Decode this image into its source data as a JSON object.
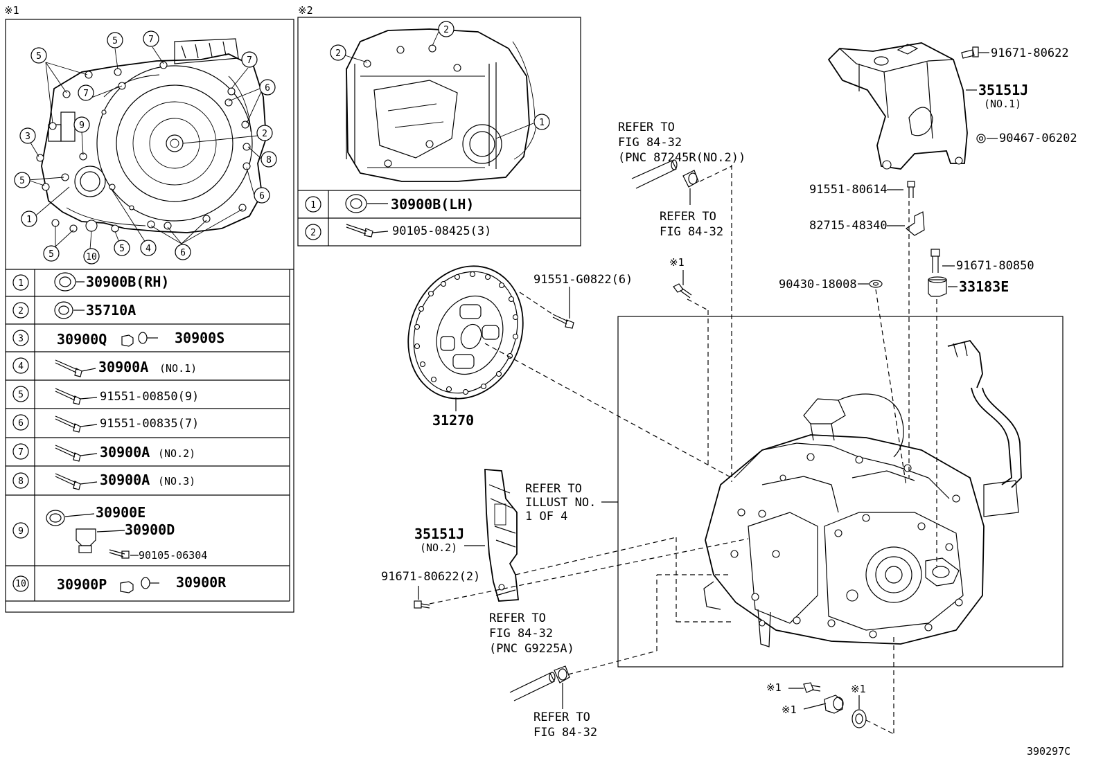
{
  "marks": {
    "kome1": "※1",
    "kome2": "※2"
  },
  "callout_numbers": [
    "1",
    "2",
    "3",
    "4",
    "5",
    "6",
    "7",
    "8",
    "9",
    "10"
  ],
  "table1": {
    "rows": [
      {
        "no": "1",
        "parts": [
          "30900B(RH)"
        ]
      },
      {
        "no": "2",
        "parts": [
          "35710A"
        ]
      },
      {
        "no": "3",
        "parts": [
          "30900Q",
          "30900S"
        ]
      },
      {
        "no": "4",
        "parts": [
          "30900A",
          "(NO.1)"
        ]
      },
      {
        "no": "5",
        "parts": [
          "91551-00850(9)"
        ]
      },
      {
        "no": "6",
        "parts": [
          "91551-00835(7)"
        ]
      },
      {
        "no": "7",
        "parts": [
          "30900A",
          "(NO.2)"
        ]
      },
      {
        "no": "8",
        "parts": [
          "30900A",
          "(NO.3)"
        ]
      },
      {
        "no": "9",
        "parts": [
          "30900E",
          "30900D",
          "90105-06304"
        ]
      },
      {
        "no": "10",
        "parts": [
          "30900P",
          "30900R"
        ]
      }
    ]
  },
  "table2": {
    "rows": [
      {
        "no": "1",
        "parts": [
          "30900B(LH)"
        ]
      },
      {
        "no": "2",
        "parts": [
          "90105-08425(3)"
        ]
      }
    ]
  },
  "labels": {
    "p91671_80622_top": "91671-80622",
    "p35151J_1": "35151J",
    "p35151J_1_no": "(NO.1)",
    "p90467_06202": "90467-06202",
    "p91551_80614": "91551-80614",
    "p82715_48340": "82715-48340",
    "p91671_80850": "91671-80850",
    "p90430_18008": "90430-18008",
    "p33183E": "33183E",
    "p91551_G0822": "91551-G0822(6)",
    "p31270": "31270",
    "p35151J_2": "35151J",
    "p35151J_2_no": "(NO.2)",
    "p91671_80622_2": "91671-80622(2)",
    "ref1_l1": "REFER TO",
    "ref1_l2": "FIG 84-32",
    "ref1_l3": "(PNC 87245R(NO.2))",
    "ref2_l1": "REFER TO",
    "ref2_l2": "FIG 84-32",
    "ref3_l1": "REFER TO",
    "ref3_l2": "ILLUST NO.",
    "ref3_l3": "1 OF 4",
    "ref4_l1": "REFER TO",
    "ref4_l2": "FIG 84-32",
    "ref4_l3": "(PNC G9225A)",
    "ref5_l1": "REFER TO",
    "ref5_l2": "FIG 84-32",
    "code": "390297C"
  }
}
